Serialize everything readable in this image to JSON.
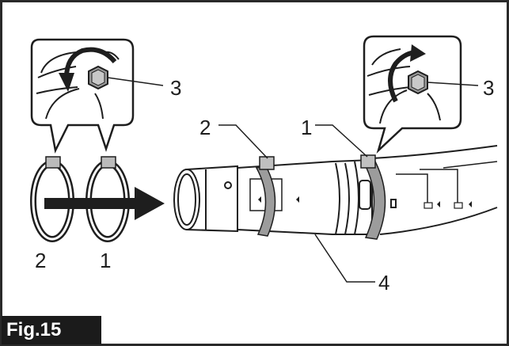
{
  "figure": {
    "label": "Fig.15"
  },
  "callouts": {
    "clamp_left_a": "2",
    "clamp_left_b": "1",
    "bolt_left": "3",
    "bolt_right": "3",
    "pipe_clamp_2": "2",
    "pipe_clamp_1": "1",
    "pipe_body": "4"
  },
  "colors": {
    "line": "#1e1e1e",
    "arrow": "#1e1e1e",
    "border": "#2a2a2a",
    "label_bg": "#1b1b1b"
  }
}
